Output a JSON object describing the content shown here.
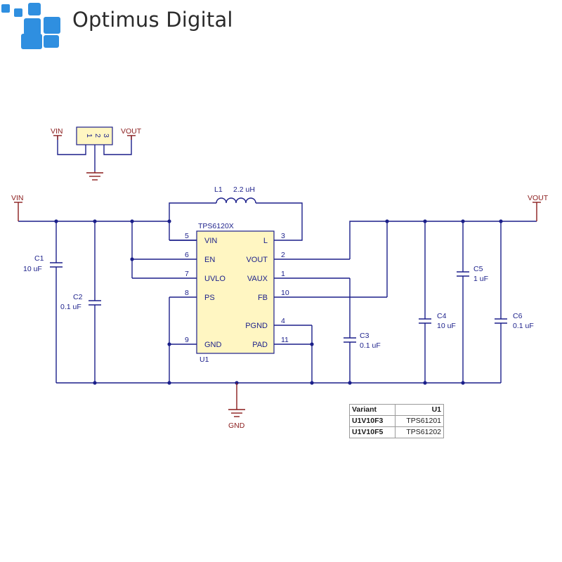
{
  "header": {
    "brand": "Optimus Digital",
    "logo_icon": "optimus-digital-logo-icon",
    "logo_color": "#2f8fe0"
  },
  "colors": {
    "wire": "#1b1f8a",
    "power": "#8a1c1c",
    "ic_fill": "#fff6c2"
  },
  "connector": {
    "pins": [
      "1",
      "2",
      "3"
    ],
    "left_label": "VIN",
    "right_label": "VOUT"
  },
  "power_labels": {
    "vin": "VIN",
    "vout": "VOUT",
    "gnd": "GND"
  },
  "inductor": {
    "ref": "L1",
    "value": "2.2 uH"
  },
  "ic": {
    "part": "TPS6120X",
    "ref": "U1",
    "left_pins": [
      {
        "num": "5",
        "name": "VIN"
      },
      {
        "num": "6",
        "name": "EN"
      },
      {
        "num": "7",
        "name": "UVLO"
      },
      {
        "num": "8",
        "name": "PS"
      },
      {
        "num": "9",
        "name": "GND"
      }
    ],
    "right_pins": [
      {
        "num": "3",
        "name": "L"
      },
      {
        "num": "2",
        "name": "VOUT"
      },
      {
        "num": "1",
        "name": "VAUX"
      },
      {
        "num": "10",
        "name": "FB"
      },
      {
        "num": "4",
        "name": "PGND"
      },
      {
        "num": "11",
        "name": "PAD"
      }
    ]
  },
  "capacitors": [
    {
      "ref": "C1",
      "value": "10 uF"
    },
    {
      "ref": "C2",
      "value": "0.1 uF"
    },
    {
      "ref": "C3",
      "value": "0.1 uF"
    },
    {
      "ref": "C4",
      "value": "10 uF"
    },
    {
      "ref": "C5",
      "value": "1 uF"
    },
    {
      "ref": "C6",
      "value": "0.1 uF"
    }
  ],
  "variants_table": {
    "headers": [
      "Variant",
      "U1"
    ],
    "rows": [
      [
        "U1V10F3",
        "TPS61201"
      ],
      [
        "U1V10F5",
        "TPS61202"
      ]
    ]
  }
}
